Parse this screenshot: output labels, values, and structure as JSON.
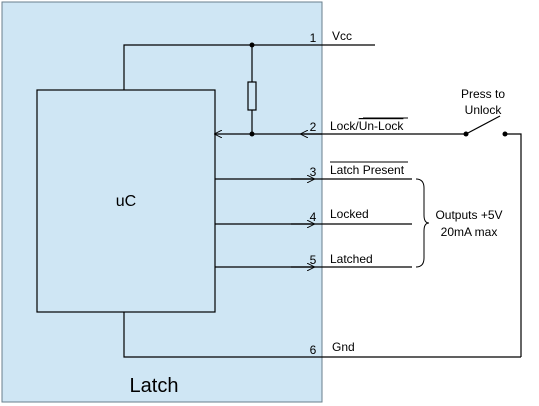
{
  "colors": {
    "module_fill": "#cfe6f4",
    "line": "#000000",
    "box_fill": "#cfe6f4"
  },
  "module": {
    "label": "Latch"
  },
  "controller": {
    "label": "uC"
  },
  "pins": [
    {
      "number": "1",
      "name": "Vcc"
    },
    {
      "number": "2",
      "name_plain": "Lock/",
      "name_overline": "Un-Lock"
    },
    {
      "number": "3",
      "name": "Latch Present"
    },
    {
      "number": "4",
      "name": "Locked"
    },
    {
      "number": "5",
      "name": "Latched"
    },
    {
      "number": "6",
      "name": "Gnd"
    }
  ],
  "switch": {
    "label_line1": "Press to",
    "label_line2": "Unlock"
  },
  "outputs_note": {
    "line1": "Outputs +5V",
    "line2": "20mA max"
  }
}
